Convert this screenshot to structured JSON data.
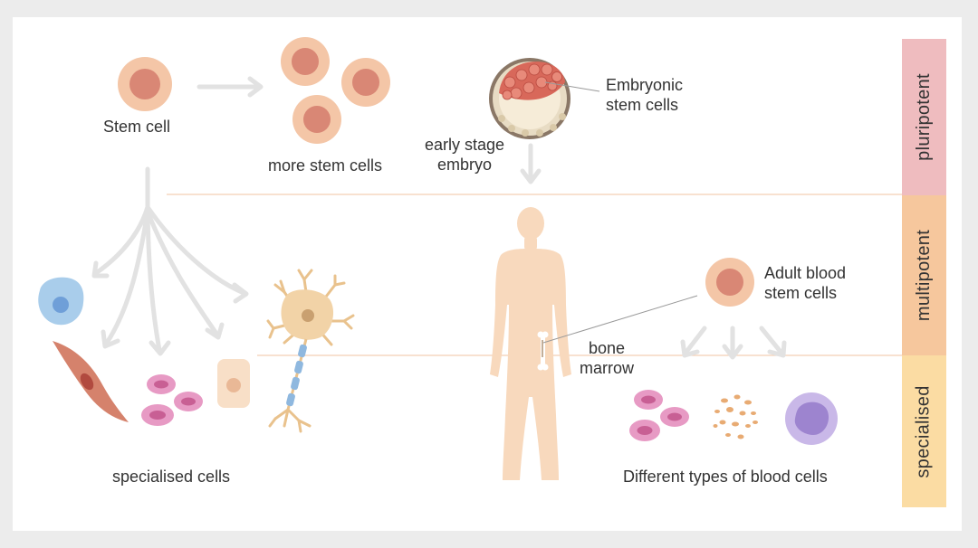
{
  "labels": {
    "stem_cell": "Stem cell",
    "more_stem_cells": "more stem cells",
    "embryonic_stem_cells": "Embryonic\nstem cells",
    "early_stage_embryo": "early stage\nembryo",
    "specialised_cells": "specialised cells",
    "adult_blood_stem_cells": "Adult blood\nstem cells",
    "bone_marrow": "bone\nmarrow",
    "different_blood_cells": "Different types of blood cells"
  },
  "potency_bands": [
    {
      "label": "pluripotent",
      "color": "#efbcbf"
    },
    {
      "label": "multipotent",
      "color": "#f6c79d"
    },
    {
      "label": "specialised",
      "color": "#fbdca3"
    }
  ],
  "colors": {
    "stem_cell_outer": "#f4c6a7",
    "stem_cell_nucleus": "#d98775",
    "arrow": "#e2e2e2",
    "body": "#f8d9bd",
    "divider": "#f3cfb4",
    "red_blood_cell": "#e79ac4",
    "red_blood_cell_core": "#c85f94",
    "platelet": "#e8ab73",
    "white_blood_cell": "#c9b8e8",
    "white_blood_cell_nucleus": "#9d84cf",
    "epithelial_cell": "#a9cdeb",
    "muscle_cell": "#d5826c",
    "neuron": "#f2d3a7",
    "myelin": "#8fb8df"
  },
  "icons": [
    "stem-cell-icon",
    "embryo-icon",
    "human-body-icon",
    "neuron-icon",
    "muscle-cell-icon",
    "epithelial-cell-icon",
    "fat-cell-icon",
    "red-blood-cell-icon",
    "platelet-icon",
    "white-blood-cell-icon",
    "bone-icon"
  ]
}
